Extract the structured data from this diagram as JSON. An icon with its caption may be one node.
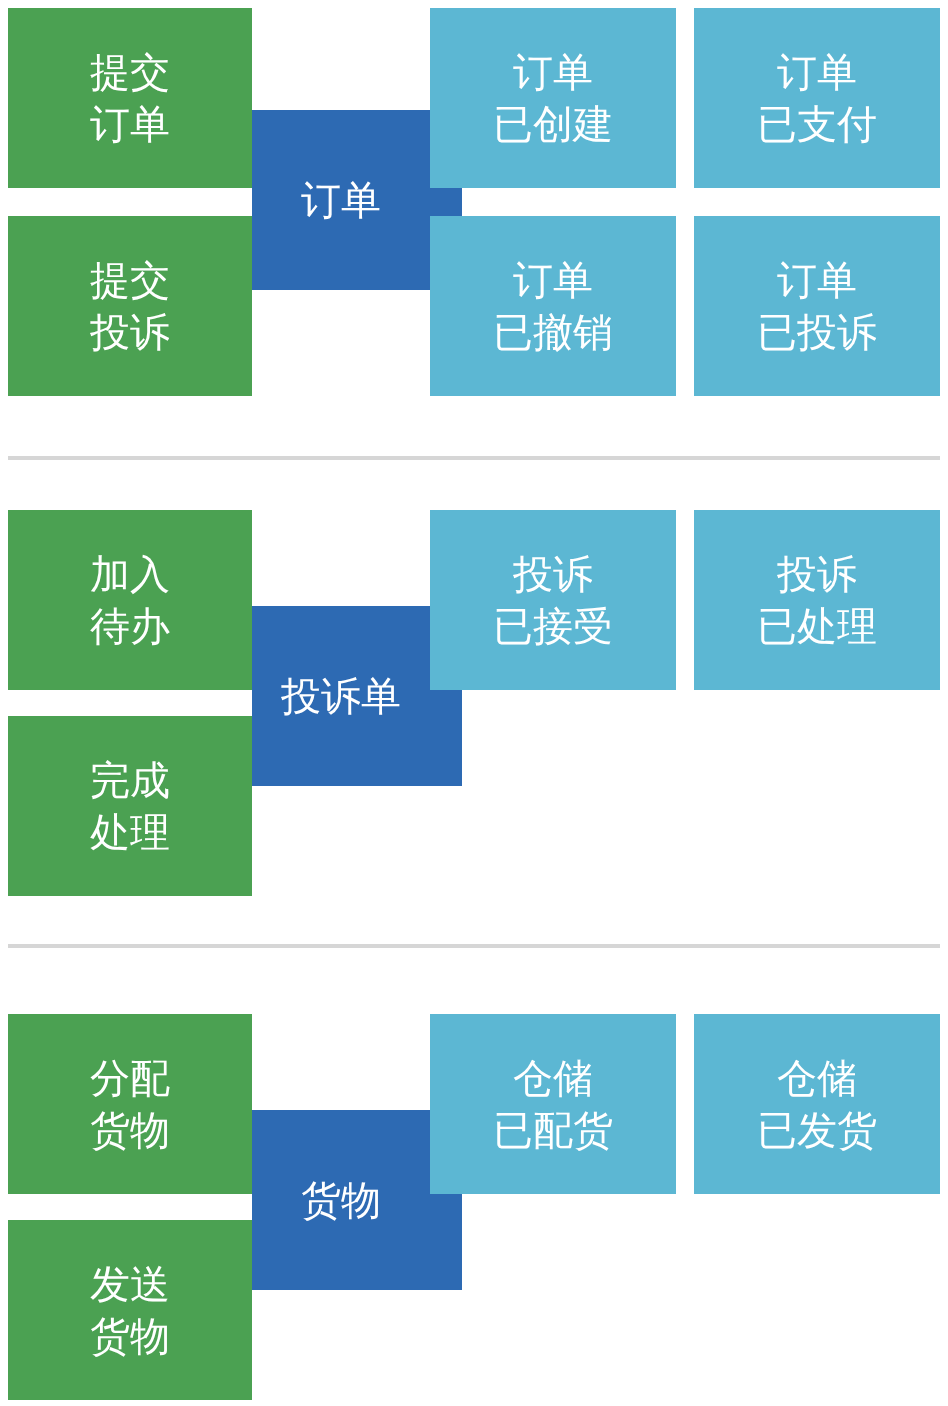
{
  "diagram": {
    "nodes": [
      {
        "text": [
          "提交订单"
        ]
      },
      {
        "text": [
          "订单已创建"
        ]
      },
      {
        "text": [
          "订单已支付"
        ]
      },
      {
        "text": [
          "订单"
        ]
      },
      {
        "text": [
          "提交投诉"
        ]
      },
      {
        "text": [
          "订单已撤销"
        ]
      },
      {
        "text": [
          "订单已投诉"
        ]
      },
      {
        "text": [
          "加入待办"
        ]
      },
      {
        "text": [
          "投诉已接受"
        ]
      },
      {
        "text": [
          "投诉已处理"
        ]
      },
      {
        "text": [
          "投诉单"
        ]
      },
      {
        "text": [
          "完成处理"
        ]
      },
      {
        "text": [
          "分配货物"
        ]
      },
      {
        "text": [
          "仓储已配货"
        ]
      },
      {
        "text": [
          "仓储已发货"
        ]
      },
      {
        "text": [
          "货物"
        ]
      },
      {
        "text": [
          "发送货物"
        ]
      }
    ]
  }
}
